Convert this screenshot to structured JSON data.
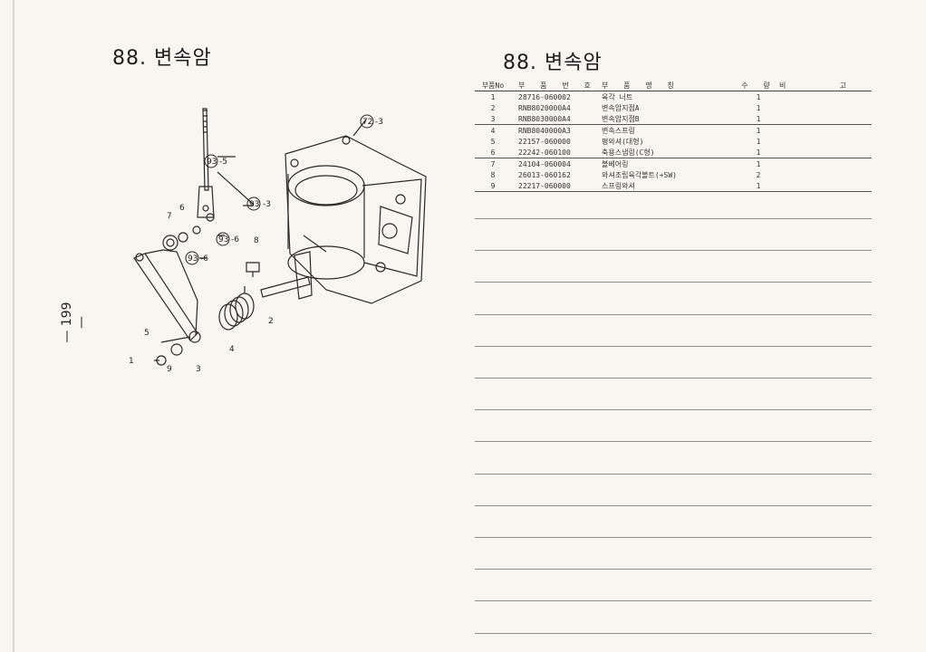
{
  "left_title": "88. 변속암",
  "right_title": "88. 변속암",
  "page_number": "— 199 —",
  "table": {
    "headers": {
      "no": "부품No",
      "part": "부 품 번 호",
      "name": "부 품 명 칭",
      "qty": "수 량",
      "remark_a": "비",
      "remark_b": "고"
    },
    "rows": [
      {
        "no": "1",
        "part": "28716-060002",
        "name": "육각 너트",
        "qty": "1"
      },
      {
        "no": "2",
        "part": "RNB8020000A4",
        "name": "변속암지점A",
        "qty": "1"
      },
      {
        "no": "3",
        "part": "RNB8030000A4",
        "name": "변속암지점B",
        "qty": "1"
      },
      {
        "no": "4",
        "part": "RNB8040000A3",
        "name": "변속스프링",
        "qty": "1"
      },
      {
        "no": "5",
        "part": "22157-060000",
        "name": "평와셔(대형)",
        "qty": "1"
      },
      {
        "no": "6",
        "part": "22242-060100",
        "name": "축용스냅링(C형)",
        "qty": "1"
      },
      {
        "no": "7",
        "part": "24104-060004",
        "name": "볼베어링",
        "qty": "1"
      },
      {
        "no": "8",
        "part": "26013-060162",
        "name": "와셔조립육각볼트(+SW)",
        "qty": "2"
      },
      {
        "no": "9",
        "part": "22217-060000",
        "name": "스프링와셔",
        "qty": "1"
      }
    ]
  },
  "diagram": {
    "callouts": {
      "c1": "1",
      "c2": "2",
      "c3": "3",
      "c4": "4",
      "c5": "5",
      "c6": "6",
      "c7": "7",
      "c8": "8",
      "c9": "9",
      "ref93a": "93",
      "ref93a_sfx": "-5",
      "ref93b": "93",
      "ref93b_sfx": "-3",
      "ref93c": "93",
      "ref93c_sfx": "-6",
      "ref93d": "93",
      "ref93d_sfx": "-6",
      "ref72": "72",
      "ref72_sfx": "-3"
    }
  }
}
